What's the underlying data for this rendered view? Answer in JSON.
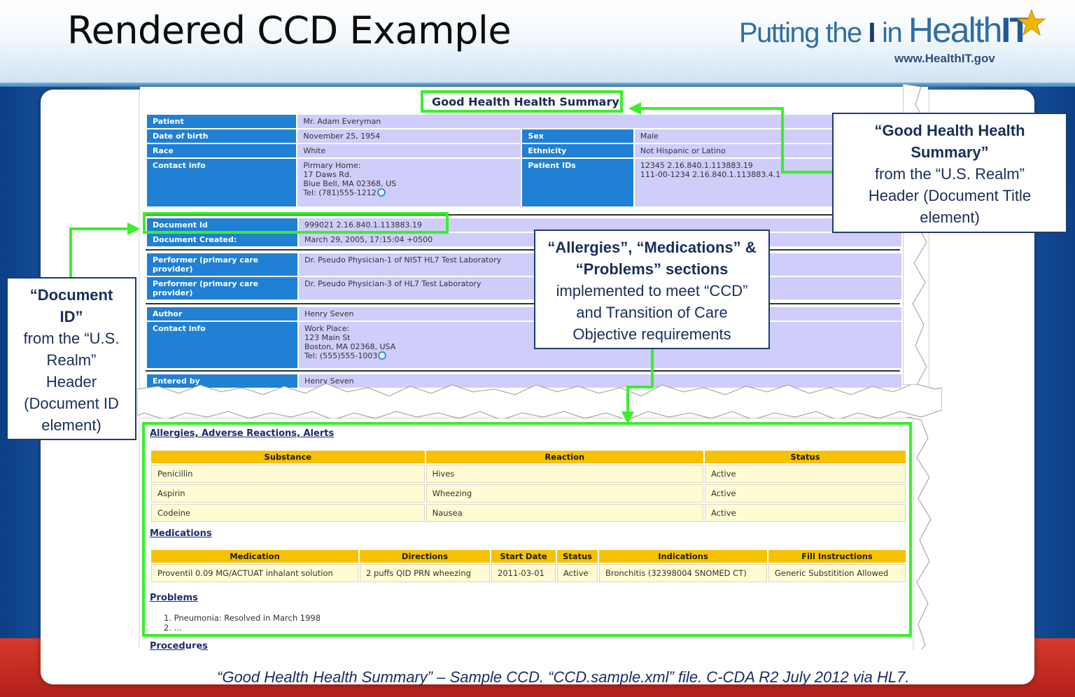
{
  "slide": {
    "title": "Rendered CCD Example",
    "caption": "“Good Health Health Summary” – Sample CCD. “CCD.sample.xml” file. C-CDA R2 July 2012 via HL7."
  },
  "logo": {
    "part1": "Putting the ",
    "part_i": "I",
    "part2": " in ",
    "part3": "Health",
    "part_it": "IT",
    "url": "www.HealthIT.gov"
  },
  "document": {
    "title": "Good Health Health Summary",
    "patient": {
      "patient_label": "Patient",
      "patient_value": "Mr. Adam Everyman",
      "dob_label": "Date of birth",
      "dob_value": "November 25, 1954",
      "sex_label": "Sex",
      "sex_value": "Male",
      "race_label": "Race",
      "race_value": "White",
      "ethnicity_label": "Ethnicity",
      "ethnicity_value": "Not Hispanic or Latino",
      "contact_label": "Contact info",
      "contact_value": "Pirmary Home:\n17 Daws Rd.\nBlue Bell, MA 02368, US\nTel: (781)555-1212",
      "ids_label": "Patient IDs",
      "ids_value": "12345 2.16.840.1.113883.19\n111-00-1234 2.16.840.1.113883.4.1"
    },
    "document_info": {
      "id_label": "Document Id",
      "id_value": "999021 2.16.840.1.113883.19",
      "created_label": "Document Created:",
      "created_value": "March 29, 2005, 17:15:04 +0500"
    },
    "performers": [
      {
        "label": "Performer (primary care provider)",
        "value": "Dr. Pseudo Physician-1 of NIST HL7 Test Laboratory"
      },
      {
        "label": "Performer (primary care provider)",
        "value": "Dr. Pseudo Physician-3 of HL7 Test Laboratory"
      }
    ],
    "author": {
      "author_label": "Author",
      "author_value": "Henry Seven",
      "contact_label": "Contact info",
      "contact_value": "Work Place:\n123 Main St\nBoston, MA 02368, USA\nTel: (555)555-1003",
      "entered_label": "Entered by",
      "entered_value": "Henry Seven"
    }
  },
  "sections": {
    "allergies": {
      "title": "Allergies, Adverse Reactions, Alerts",
      "headers": [
        "Substance",
        "Reaction",
        "Status"
      ],
      "rows": [
        [
          "Penicillin",
          "Hives",
          "Active"
        ],
        [
          "Aspirin",
          "Wheezing",
          "Active"
        ],
        [
          "Codeine",
          "Nausea",
          "Active"
        ]
      ]
    },
    "medications": {
      "title": "Medications",
      "headers": [
        "Medication",
        "Directions",
        "Start Date",
        "Status",
        "Indications",
        "Fill Instructions"
      ],
      "rows": [
        [
          "Proventil 0.09 MG/ACTUAT inhalant solution",
          "2 puffs QID PRN wheezing",
          "2011-03-01",
          "Active",
          "Bronchitis (32398004 SNOMED CT)",
          "Generic Substitition Allowed"
        ]
      ]
    },
    "problems": {
      "title": "Problems",
      "items": [
        "1.  Pneumonia: Resolved in March 1998",
        "2.  ..."
      ]
    },
    "procedures_title": "Procedures"
  },
  "callouts": {
    "summary": {
      "line1": "“Good Health Health",
      "line2": "Summary”",
      "line3": "from the “U.S. Realm”",
      "line4": "Header (Document Title",
      "line5": "element)"
    },
    "document_id": {
      "line1": "“Document",
      "line2": "ID”",
      "line3": "from the “U.S.",
      "line4": "Realm”",
      "line5": "Header",
      "line6": "(Document ID",
      "line7": "element)"
    },
    "sections": {
      "line1": "“Allergies”, “Medications” &",
      "line2": "“Problems” sections",
      "line3": "implemented to meet “CCD”",
      "line4": "and Transition of Care",
      "line5": "Objective requirements"
    }
  },
  "colors": {
    "highlight": "#39f02a",
    "label_blue": "#1f80d4",
    "value_lavender": "#cfcdfa",
    "table_header_gold": "#f6c200",
    "callout_border": "#1d3c73"
  },
  "icons": [
    "phone-icon",
    "star-icon",
    "arrow-icon"
  ]
}
